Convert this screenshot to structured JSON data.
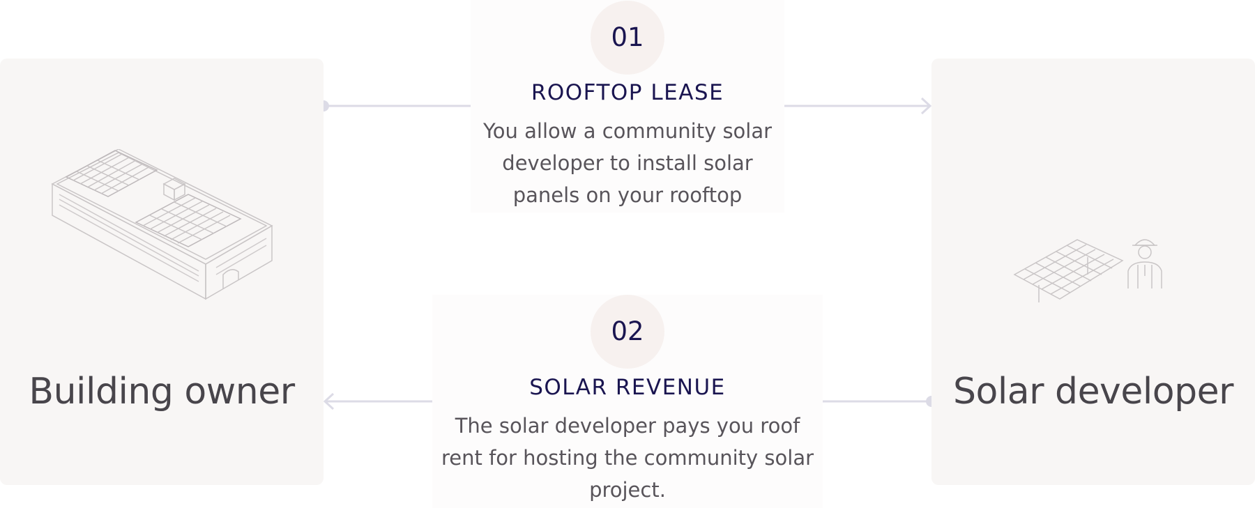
{
  "nodes": {
    "left": {
      "title": "Building owner",
      "icon": "building-rooftop-solar-icon"
    },
    "right": {
      "title": "Solar developer",
      "icon": "solar-panels-worker-icon"
    }
  },
  "steps": [
    {
      "number": "01",
      "title": "ROOFTOP LEASE",
      "description": "You allow a community solar developer to install solar panels on your rooftop",
      "direction": "building-owner-to-solar-developer"
    },
    {
      "number": "02",
      "title": "SOLAR REVENUE",
      "description": "The solar developer pays you roof rent for hosting the community solar project.",
      "direction": "solar-developer-to-building-owner"
    }
  ],
  "colors": {
    "card_bg": "#f8f6f5",
    "accent_text": "#1a1550",
    "body_text": "#58545a",
    "title_text": "#48454b",
    "connector": "#dcdbe6",
    "number_circle": "#f7f1ef"
  }
}
